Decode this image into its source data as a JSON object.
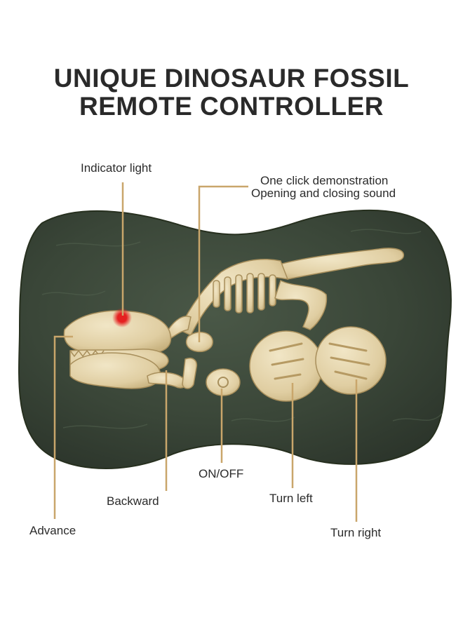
{
  "title": {
    "line1": "UNIQUE DINOSAUR FOSSIL",
    "line2": "REMOTE CONTROLLER"
  },
  "labels": {
    "indicator": "Indicator light",
    "demo_line1": "One click demonstration",
    "demo_line2": "Opening and closing sound",
    "on_off": "ON/OFF",
    "backward": "Backward",
    "turn_left": "Turn left",
    "advance": "Advance",
    "turn_right": "Turn right"
  },
  "colors": {
    "stone": "#3d4a3b",
    "bone": "#e6d6ae",
    "leader": "#c9a66b",
    "indicator": "#e52020"
  }
}
